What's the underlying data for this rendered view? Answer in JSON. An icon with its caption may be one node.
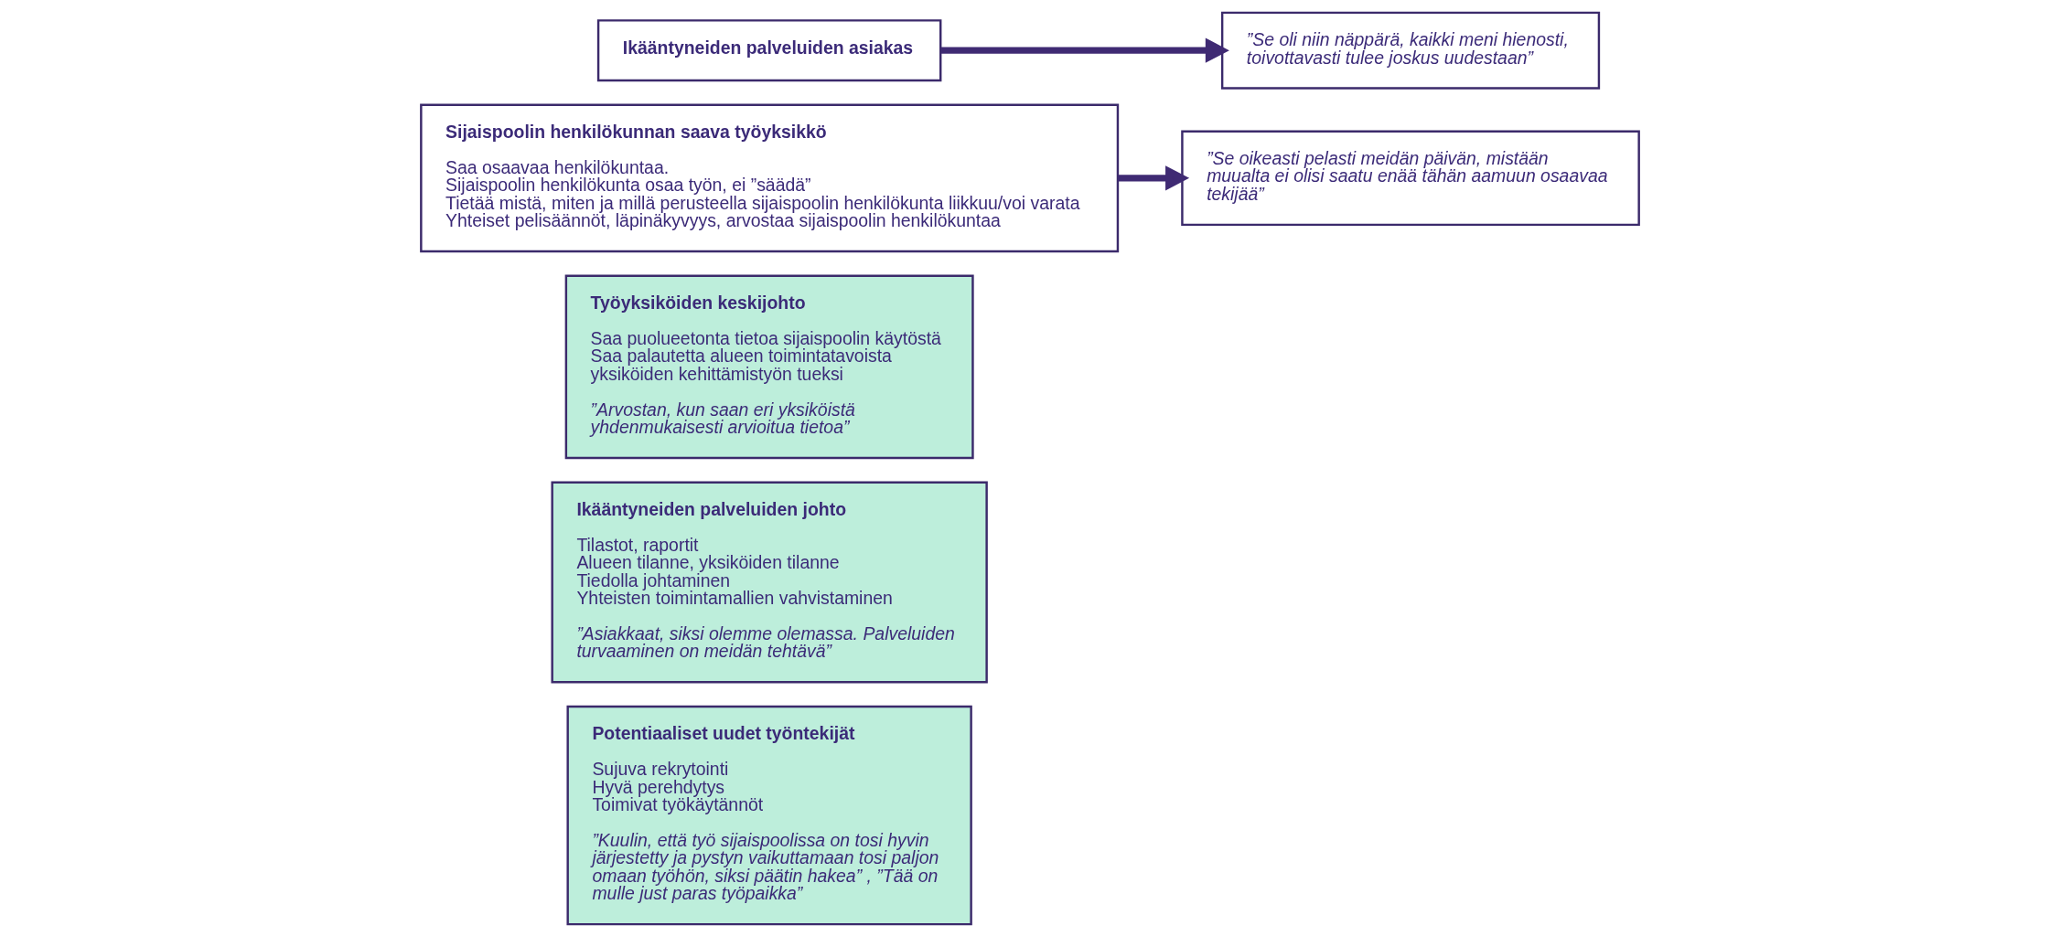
{
  "diagram": {
    "nodes": [
      {
        "text": [
          "Ikääntyneiden palveluiden asiakas"
        ]
      },
      {
        "text": [
          "”Se oli niin näppärä, kaikki meni hienosti, toivottavasti tulee joskus uudestaan”"
        ]
      },
      {
        "text": [
          "Sijaispoolin henkilökunnan saava työyksikkö",
          "Saa osaavaa henkilökuntaa.",
          "Sijaispoolin henkilökunta osaa työn, ei ”säädä”",
          "Tietää mistä, miten ja millä perusteella sijaispoolin henkilökunta liikkuu/voi varata",
          "Yhteiset pelisäännöt, läpinäkyvyys, arvostaa sijaispoolin henkilökuntaa"
        ]
      },
      {
        "text": [
          "”Se oikeasti pelasti meidän päivän, mistään muualta ei olisi saatu enää tähän aamuun osaavaa tekijää”"
        ]
      },
      {
        "text": [
          "Työyksiköiden keskijohto",
          "Saa puolueetonta tietoa sijaispoolin käytöstä",
          "Saa palautetta alueen toimintatavoista yksiköiden kehittämistyön tueksi",
          "”Arvostan, kun saan eri yksiköistä yhdenmukaisesti arvioitua tietoa”"
        ]
      },
      {
        "text": [
          "Ikääntyneiden palveluiden johto",
          "Tilastot, raportit",
          "Alueen tilanne, yksiköiden tilanne",
          "Tiedolla johtaminen",
          "Yhteisten toimintamallien vahvistaminen",
          "”Asiakkaat, siksi olemme olemassa. Palveluiden turvaaminen on meidän tehtävä”"
        ]
      },
      {
        "text": [
          "Potentiaaliset uudet työntekijät",
          "Sujuva rekrytointi",
          "Hyvä perehdytys",
          "Toimivat työkäytännöt",
          "”Kuulin, että työ sijaispoolissa on tosi hyvin järjestetty ja pystyn vaikuttamaan tosi paljon omaan työhön, siksi päätin hakea” , ”Tää on mulle just paras työpaikka”"
        ]
      }
    ],
    "edges": [
      {
        "from": 0,
        "to": 1,
        "arrow": "to"
      },
      {
        "from": 2,
        "to": 3,
        "arrow": "to"
      }
    ]
  }
}
